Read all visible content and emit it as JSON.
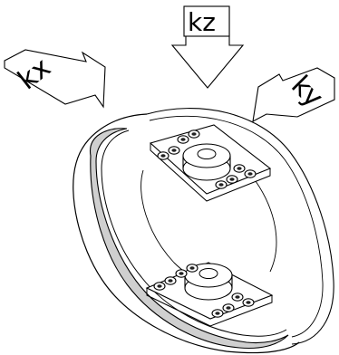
{
  "labels": {
    "kz": "kz",
    "kx": "kx",
    "ky": "ky"
  },
  "colors": {
    "line": "#000000",
    "background": "#ffffff",
    "band_shade": "#cfcfcf"
  },
  "icons": {
    "force_arrow": "block-arrow",
    "bolt": "hex-bolt"
  }
}
